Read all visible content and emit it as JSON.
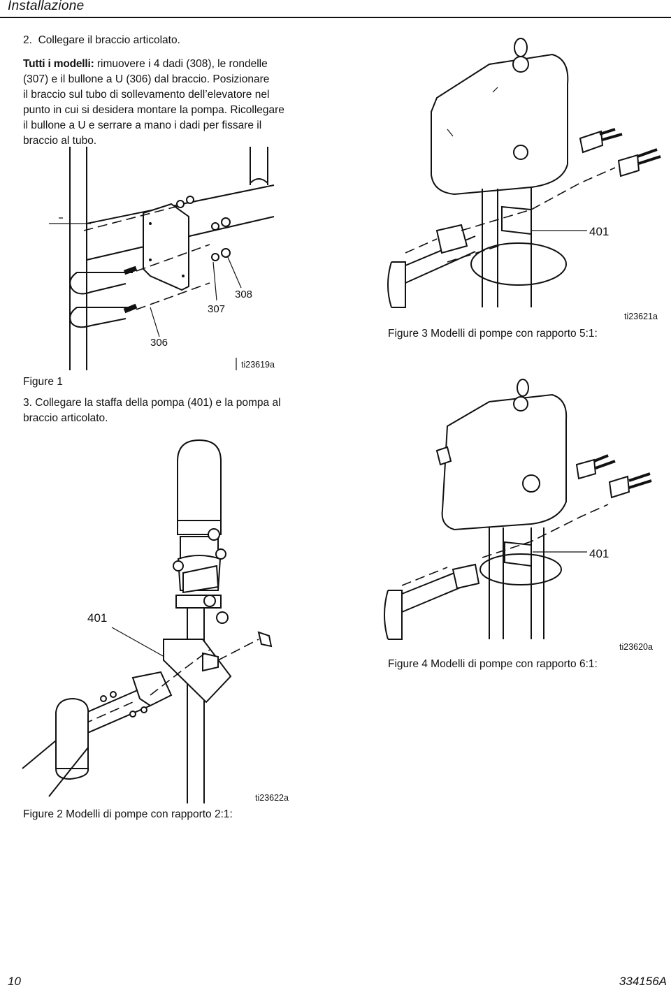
{
  "header": {
    "section_title": "Installazione"
  },
  "steps": [
    {
      "number": "2.",
      "title": "Collegare il braccio articolato."
    },
    {
      "lead": "Tutti i modelli:",
      "lines": [
        "rimuovere i 4 dadi (308), le rondelle",
        "(307) e il bullone a U (306) dal braccio. Posizionare",
        "il braccio sul tubo di sollevamento dell’elevatore nel",
        "punto in cui si desidera montare la pompa. Ricollegare",
        "il bullone a U e serrare a mano i dadi per fissare il",
        "braccio al tubo."
      ]
    },
    {
      "number": "3.",
      "lines": [
        "Collegare la staffa della pompa (401) e la pompa al",
        "braccio articolato."
      ]
    }
  ],
  "figures": {
    "fig1": {
      "label": "Figure 1",
      "code": "ti23619a",
      "callouts": [
        "306",
        "307",
        "308"
      ]
    },
    "fig2": {
      "label": "Figure 2  Modelli di pompe con rapporto 2:1:",
      "code": "ti23622a",
      "callout": "401"
    },
    "fig3": {
      "label": "Figure 3  Modelli di pompe con rapporto 5:1:",
      "code": "ti23621a",
      "callout": "401"
    },
    "fig4": {
      "label": "Figure 4  Modelli di pompe con rapporto 6:1:",
      "code": "ti23620a",
      "callout": "401"
    }
  },
  "footer": {
    "page_number": "10",
    "doc_id": "334156A"
  }
}
